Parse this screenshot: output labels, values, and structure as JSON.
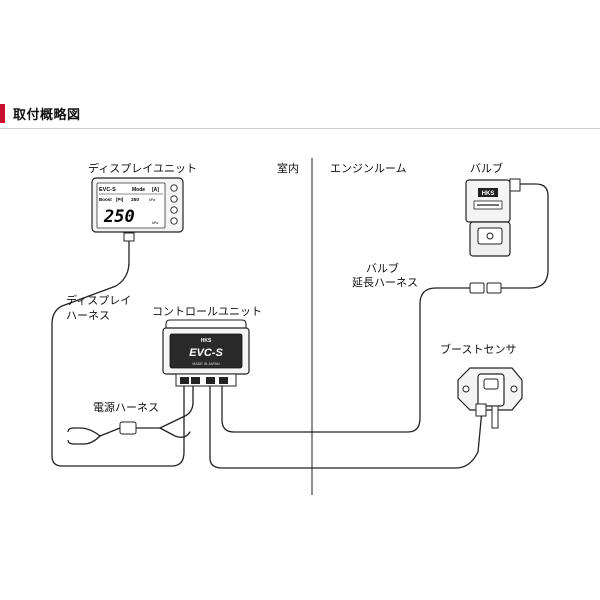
{
  "header": {
    "title": "取付概略図"
  },
  "labels": {
    "display_unit": "ディスプレイユニット",
    "interior": "室内",
    "engine_room": "エンジンルーム",
    "valve": "バルブ",
    "valve_ext_harness_line1": "バルブ",
    "valve_ext_harness_line2": "延長ハーネス",
    "display_harness_line1": "ディスプレイ",
    "display_harness_line2": "ハーネス",
    "control_unit": "コントロールユニット",
    "boost_sensor": "ブーストセンサ",
    "power_harness": "電源ハーネス"
  },
  "display_screen": {
    "brand": "EVC-S",
    "mode_label": "Mode",
    "mode_value": "[A]",
    "boost_label": "Boost",
    "boost_unit_label": "[PI]",
    "set_value": "250",
    "set_unit": "kPa",
    "main_value": "250",
    "main_unit": "kPa"
  },
  "control_unit_face": {
    "logo": "HKS",
    "model": "EVC-S",
    "made_in": "MADE IN JAPAN"
  },
  "valve_face": {
    "logo": "HKS"
  }
}
